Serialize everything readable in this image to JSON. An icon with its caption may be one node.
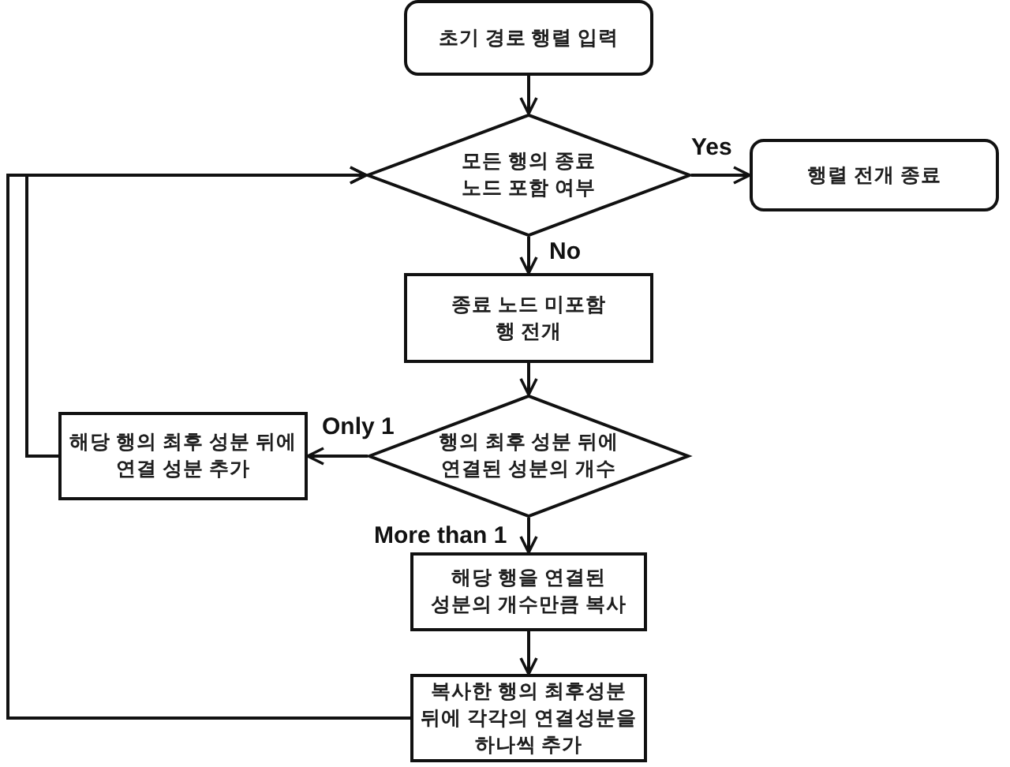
{
  "diagram": {
    "nodes": [
      {
        "text": [
          "초기 경로 행렬 입력"
        ]
      },
      {
        "text": [
          "모든 행의 종료 노드 포함 여부"
        ]
      },
      {
        "text": [
          "행렬 전개 종료"
        ]
      },
      {
        "text": [
          "종료 노드 미포함 행 전개"
        ]
      },
      {
        "text": [
          "행의 최후 성분 뒤에 연결된 성분의 개수"
        ]
      },
      {
        "text": [
          "해당 행의 최후 성분 뒤에 연결 성분 추가"
        ]
      },
      {
        "text": [
          "해당 행을 연결된 성분의 개수만큼 복사"
        ]
      },
      {
        "text": [
          "복사한 행의 최후성분 뒤에 각각의 연결성분을 하나씩 추가"
        ]
      }
    ],
    "edges": [
      {
        "from": 0,
        "to": 1,
        "arrow": "to"
      },
      {
        "from": 1,
        "to": 2,
        "arrow": "to",
        "label": "Yes"
      },
      {
        "from": 1,
        "to": 3,
        "arrow": "to",
        "label": "No"
      },
      {
        "from": 3,
        "to": 4,
        "arrow": "to"
      },
      {
        "from": 4,
        "to": 5,
        "arrow": "to",
        "label": "Only 1"
      },
      {
        "from": 4,
        "to": 6,
        "arrow": "to",
        "label": "More than 1"
      },
      {
        "from": 6,
        "to": 7,
        "arrow": "to"
      },
      {
        "from": 5,
        "to": 1,
        "arrow": "to"
      },
      {
        "from": 7,
        "to": 1,
        "arrow": "to"
      }
    ]
  }
}
